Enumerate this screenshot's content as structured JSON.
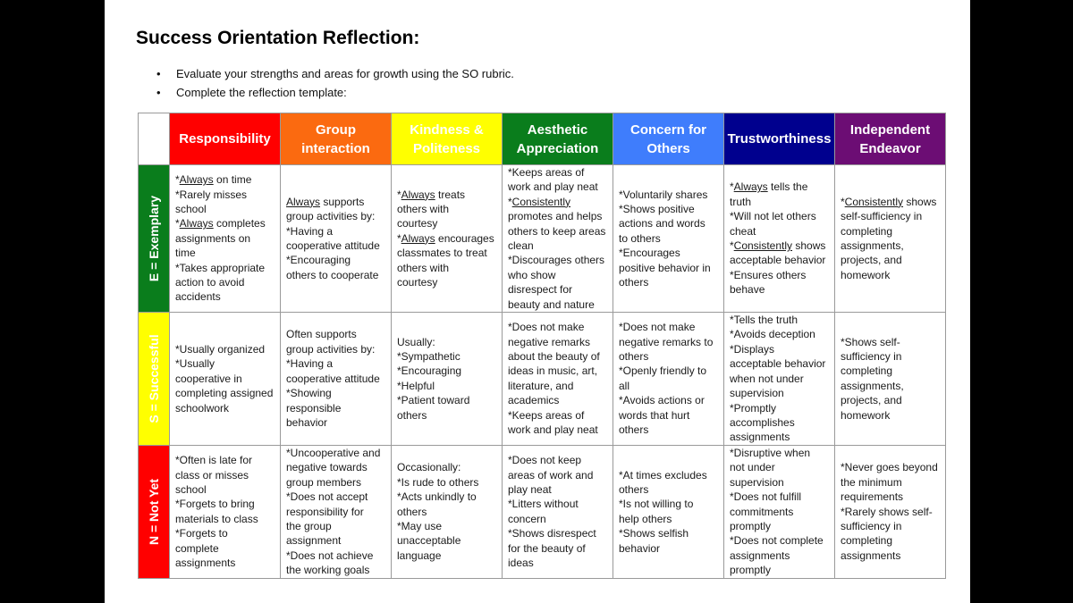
{
  "title": "Success Orientation Reflection:",
  "bullets": [
    "Evaluate your strengths and areas for growth using the SO rubric.",
    "Complete the reflection template:"
  ],
  "colors": {
    "responsibility": "#ff0000",
    "group": "#fb6a10",
    "kindness": "#ffff00",
    "aesthetic": "#0a7d1c",
    "concern": "#3f7dfc",
    "trust": "#00008e",
    "independent": "#6c0d74",
    "exemplary": "#0a7d1c",
    "successful": "#ffff00",
    "notyet": "#ff0000"
  },
  "columns": [
    {
      "label": "Responsibility",
      "color": "#ff0000"
    },
    {
      "label": "Group\ninteraction",
      "color": "#fb6a10"
    },
    {
      "label": "Kindness &\nPoliteness",
      "color": "#ffff00"
    },
    {
      "label": "Aesthetic\nAppreciation",
      "color": "#0a7d1c"
    },
    {
      "label": "Concern for\nOthers",
      "color": "#3f7dfc"
    },
    {
      "label": "Trustworthiness",
      "color": "#00008e"
    },
    {
      "label": "Independent\nEndeavor",
      "color": "#6c0d74"
    }
  ],
  "rows": [
    {
      "label": "E = Exemplary",
      "color": "#0a7d1c",
      "height": 164,
      "cells": [
        [
          [
            "*",
            "Always",
            " on time"
          ],
          "*Rarely misses",
          "school",
          [
            "*",
            "Always",
            " completes"
          ],
          "assignments on",
          "time",
          "*Takes appropriate",
          "action to avoid",
          "accidents"
        ],
        [
          [
            "",
            "Always",
            " supports"
          ],
          "group activities by:",
          "*Having a",
          "cooperative attitude",
          "*Encouraging",
          "others to cooperate"
        ],
        [
          [
            "*",
            "Always",
            " treats"
          ],
          "others with",
          "courtesy",
          [
            "*",
            "Always",
            " encourages"
          ],
          "classmates to treat",
          "others with",
          "courtesy"
        ],
        [
          "*Keeps areas of",
          "work and play neat",
          [
            "*",
            "Consistently",
            ""
          ],
          "promotes and helps",
          "others to keep areas",
          "clean",
          "*Discourages others",
          "who show",
          "disrespect for",
          "beauty and nature"
        ],
        [
          "*Voluntarily shares",
          "*Shows positive",
          "actions and words",
          "to others",
          "*Encourages",
          "positive behavior in",
          "others"
        ],
        [
          [
            "*",
            "Always",
            " tells the"
          ],
          "truth",
          "*Will not let others",
          "cheat",
          [
            "*",
            "Consistently",
            " shows"
          ],
          "acceptable behavior",
          "*Ensures others",
          "behave"
        ],
        [
          [
            "*",
            "Consistently",
            " shows"
          ],
          "self-sufficiency in",
          "completing",
          "assignments,",
          "projects, and",
          "homework"
        ]
      ]
    },
    {
      "label": "S = Successful",
      "color": "#ffff00",
      "height": 148,
      "cells": [
        [
          "*Usually organized",
          "*Usually",
          "cooperative in",
          "completing assigned",
          "schoolwork"
        ],
        [
          "Often supports",
          "group activities by:",
          "*Having a",
          "cooperative attitude",
          "*Showing",
          "responsible",
          "behavior"
        ],
        [
          "Usually:",
          "*Sympathetic",
          "*Encouraging",
          "*Helpful",
          "*Patient toward",
          "others"
        ],
        [
          "*Does not make",
          "negative remarks",
          "about the beauty of",
          "ideas in music, art,",
          "literature, and",
          "academics",
          "*Keeps areas of",
          "work and play neat"
        ],
        [
          "*Does not make",
          "negative remarks to",
          "others",
          "*Openly friendly to",
          "all",
          "*Avoids actions or",
          "words that hurt",
          "others"
        ],
        [
          "*Tells the truth",
          "*Avoids deception",
          "*Displays",
          "acceptable behavior",
          "when not under",
          "supervision",
          "*Promptly",
          "accomplishes",
          "assignments"
        ],
        [
          "*Shows self-",
          "sufficiency in",
          "completing",
          "assignments,",
          "projects, and",
          "homework"
        ]
      ]
    },
    {
      "label": "N = Not Yet",
      "color": "#ff0000",
      "height": 149,
      "cells": [
        [
          "*Often is late for",
          "class or misses",
          "school",
          "*Forgets to bring",
          "materials to class",
          "*Forgets to",
          "complete",
          "assignments"
        ],
        [
          "*Uncooperative and",
          "negative towards",
          "group members",
          "*Does not accept",
          "responsibility for",
          "the group",
          "assignment",
          "*Does not achieve",
          "the working goals"
        ],
        [
          "Occasionally:",
          "*Is rude to others",
          "*Acts unkindly to",
          "others",
          "*May use",
          "unacceptable",
          "language"
        ],
        [
          "*Does not keep",
          "areas of work and",
          "play neat",
          "*Litters without",
          "concern",
          "*Shows disrespect",
          "for the beauty of",
          "ideas"
        ],
        [
          "*At times excludes",
          "others",
          "*Is not willing to",
          "help others",
          "*Shows selfish",
          "behavior"
        ],
        [
          "*Disruptive when",
          "not under",
          "supervision",
          "*Does not fulfill",
          "commitments",
          "promptly",
          "*Does not complete",
          "assignments",
          "promptly"
        ],
        [
          "*Never goes beyond",
          "the minimum",
          "requirements",
          "*Rarely shows self-",
          "sufficiency in",
          "completing",
          "assignments"
        ]
      ]
    }
  ]
}
